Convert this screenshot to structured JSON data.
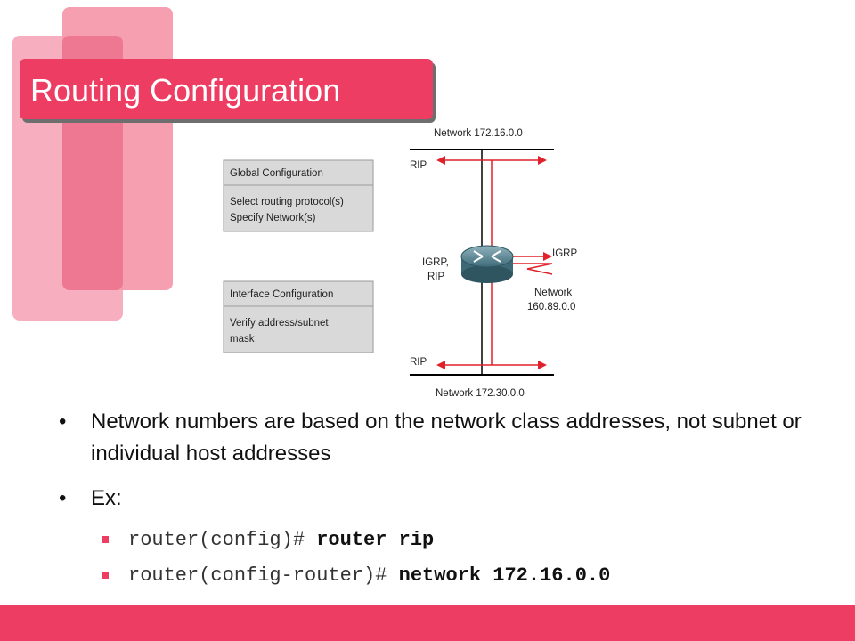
{
  "slide": {
    "title": "Routing Configuration",
    "accent_color": "#ee3d62"
  },
  "diagram": {
    "global_box": {
      "header": "Global Configuration",
      "line1": "Select routing protocol(s)",
      "line2": "Specify Network(s)"
    },
    "interface_box": {
      "header": "Interface Configuration",
      "line1": "Verify address/subnet",
      "line2": "mask"
    },
    "network_top": "Network 172.16.0.0",
    "network_bottom": "Network 172.30.0.0",
    "rip_top": "RIP",
    "rip_bottom": "RIP",
    "router_label_1": "IGRP,",
    "router_label_2": "RIP",
    "igrp_label": "IGRP",
    "network_right_1": "Network",
    "network_right_2": "160.89.0.0"
  },
  "bullets": {
    "item1": "Network numbers are based on the network class addresses, not subnet or individual host addresses",
    "item2": "Ex:",
    "cmd1_prompt": "router(config)# ",
    "cmd1_command": "router rip",
    "cmd2_prompt": "router(config-router)# ",
    "cmd2_command": "network 172.16.0.0",
    "bullet_symbol": "•"
  }
}
